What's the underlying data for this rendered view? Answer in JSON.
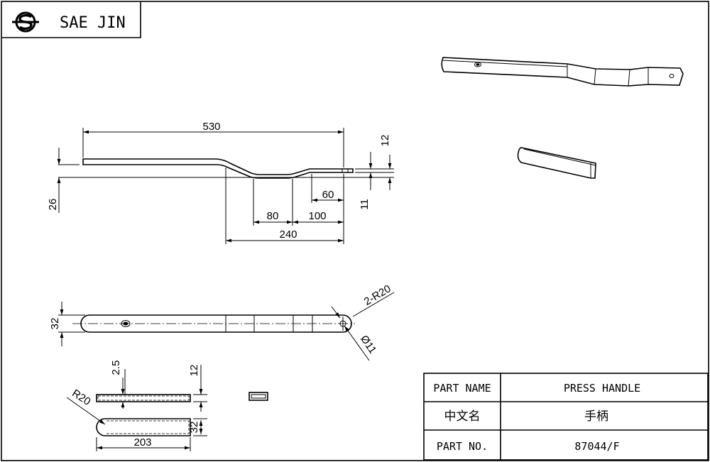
{
  "company": {
    "name": "SAE JIN",
    "logo_icon": "sae-jin-logo-icon"
  },
  "dimensions": {
    "overall_length": "530",
    "offset_height": "12",
    "total_height": "26",
    "thickness": "11",
    "tip_length": "60",
    "flat_length": "80",
    "slope_length": "100",
    "bend_section_length": "240",
    "width": "32",
    "end_radius": "2-R20",
    "hole_diameter": "Ø11",
    "sub_thickness": "2.5",
    "sub_height": "12",
    "sub_radius": "R20",
    "sub_width": "32",
    "sub_length": "203"
  },
  "title_block": {
    "part_name_label": "PART NAME",
    "part_name_value": "PRESS HANDLE",
    "cn_name_label": "中文名",
    "cn_name_value": "手柄",
    "part_no_label": "PART NO.",
    "part_no_value": "87044/F"
  },
  "colors": {
    "line": "#000000",
    "background": "#ffffff"
  }
}
